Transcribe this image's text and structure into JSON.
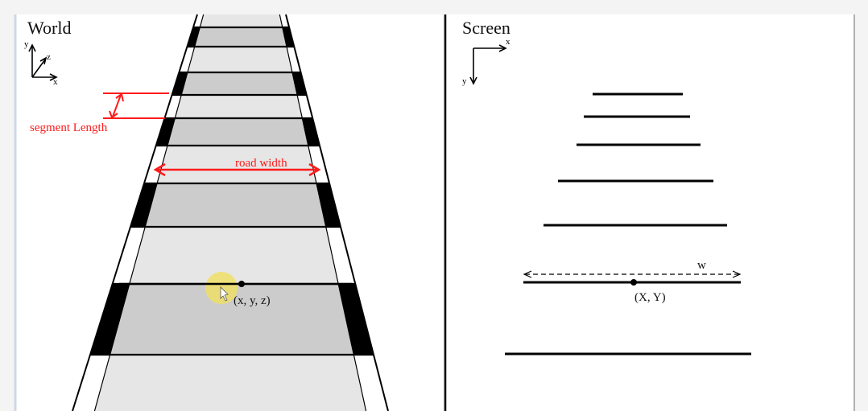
{
  "world": {
    "title": "World",
    "axes": {
      "y": "y",
      "z": "z",
      "x": "x"
    },
    "segment_label": "segment Length",
    "road_width_label": "road width",
    "point_label": "(x, y, z)"
  },
  "screen": {
    "title": "Screen",
    "axes": {
      "x": "x",
      "y": "y"
    },
    "width_label": "w",
    "point_label": "(X, Y)"
  },
  "colors": {
    "annotation": "#ff1a1a",
    "road_light": "#e6e6e6",
    "road_dark": "#cccccc",
    "rumble": "#000000",
    "highlight": "#f0e060"
  }
}
